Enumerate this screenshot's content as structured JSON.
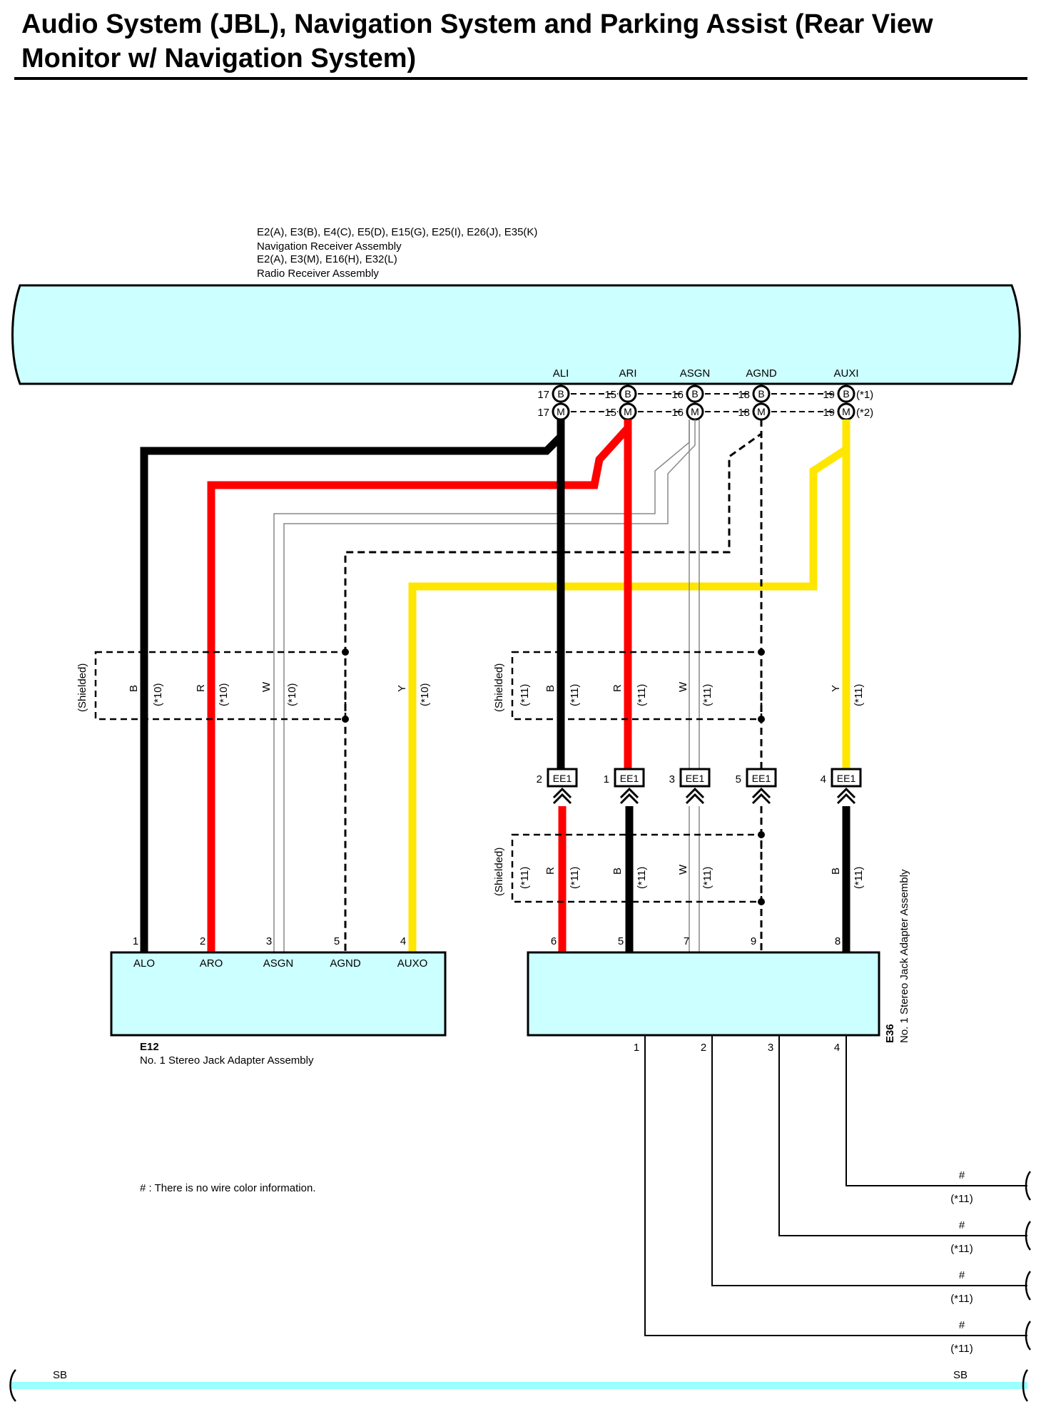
{
  "title": "Audio System (JBL), Navigation System and Parking Assist (Rear View Monitor w/ Navigation System)",
  "receiver": {
    "nav_codes": "E2(A), E3(B), E4(C), E5(D), E15(G), E25(I), E26(J), E35(K)",
    "nav_name": "Navigation Receiver Assembly",
    "radio_codes": "E2(A), E3(M), E16(H), E32(L)",
    "radio_name": "Radio Receiver Assembly",
    "variants": [
      "(*1)",
      "(*2)"
    ],
    "terminals": [
      {
        "name": "ALI",
        "pin_b": "17",
        "conn_b": "B",
        "pin_m": "17",
        "conn_m": "M"
      },
      {
        "name": "ARI",
        "pin_b": "15",
        "conn_b": "B",
        "pin_m": "15",
        "conn_m": "M"
      },
      {
        "name": "ASGN",
        "pin_b": "16",
        "conn_b": "B",
        "pin_m": "16",
        "conn_m": "M"
      },
      {
        "name": "AGND",
        "pin_b": "18",
        "conn_b": "B",
        "pin_m": "18",
        "conn_m": "M"
      },
      {
        "name": "AUXI",
        "pin_b": "19",
        "conn_b": "B",
        "pin_m": "19",
        "conn_m": "M"
      }
    ]
  },
  "shield_left": {
    "label": "(Shielded)",
    "wires": [
      {
        "color": "B",
        "note": "(*10)"
      },
      {
        "color": "R",
        "note": "(*10)"
      },
      {
        "color": "W",
        "note": "(*10)"
      },
      {
        "color": "Y",
        "note": "(*10)"
      }
    ]
  },
  "shield_right_top": {
    "label": "(Shielded)",
    "note": "(*11)",
    "wires": [
      {
        "color": "B",
        "note": "(*11)"
      },
      {
        "color": "R",
        "note": "(*11)"
      },
      {
        "color": "W",
        "note": "(*11)"
      },
      {
        "color": "Y",
        "note": "(*11)"
      }
    ]
  },
  "shield_right_bottom": {
    "label": "(Shielded)",
    "note": "(*11)",
    "wires": [
      {
        "color": "R",
        "note": "(*11)"
      },
      {
        "color": "B",
        "note": "(*11)"
      },
      {
        "color": "W",
        "note": "(*11)"
      },
      {
        "color": "B",
        "note": "(*11)"
      }
    ]
  },
  "junctions": [
    {
      "pin": "2",
      "name": "EE1"
    },
    {
      "pin": "1",
      "name": "EE1"
    },
    {
      "pin": "3",
      "name": "EE1"
    },
    {
      "pin": "5",
      "name": "EE1"
    },
    {
      "pin": "4",
      "name": "EE1"
    }
  ],
  "e12": {
    "code": "E12",
    "name": "No. 1 Stereo Jack Adapter Assembly",
    "pins": [
      {
        "num": "1",
        "name": "ALO"
      },
      {
        "num": "2",
        "name": "ARO"
      },
      {
        "num": "3",
        "name": "ASGN"
      },
      {
        "num": "5",
        "name": "AGND"
      },
      {
        "num": "4",
        "name": "AUXO"
      }
    ]
  },
  "e36": {
    "code": "E36",
    "name": "No. 1 Stereo Jack Adapter Assembly",
    "top_pins": [
      "6",
      "5",
      "7",
      "9",
      "8"
    ],
    "bottom_pins": [
      "1",
      "2",
      "3",
      "4"
    ]
  },
  "note": "# : There is no wire color information.",
  "out_wires": [
    {
      "mark": "#",
      "note": "(*11)"
    },
    {
      "mark": "#",
      "note": "(*11)"
    },
    {
      "mark": "#",
      "note": "(*11)"
    },
    {
      "mark": "#",
      "note": "(*11)"
    }
  ],
  "bus": {
    "left": "SB",
    "right": "SB"
  },
  "colors": {
    "black": "#000000",
    "red": "#ff0000",
    "yellow": "#ffe600",
    "white_wire": "#9a9a9a",
    "box_fill": "#ccffff",
    "bus": "#99ffff"
  }
}
